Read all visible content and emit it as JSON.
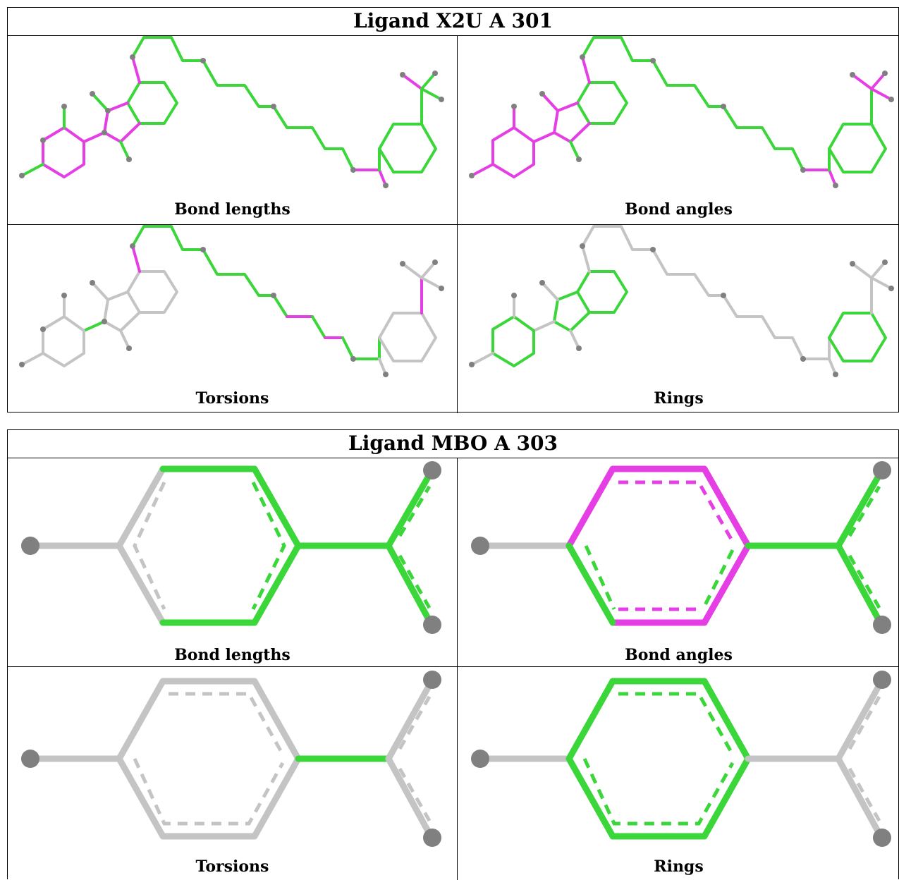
{
  "tables": [
    {
      "title": "Ligand X2U A 301",
      "panels": [
        {
          "label": "Bond lengths"
        },
        {
          "label": "Bond angles"
        },
        {
          "label": "Torsions"
        },
        {
          "label": "Rings"
        }
      ]
    },
    {
      "title": "Ligand MBO A 303",
      "panels": [
        {
          "label": "Bond lengths"
        },
        {
          "label": "Bond angles"
        },
        {
          "label": "Torsions"
        },
        {
          "label": "Rings"
        }
      ]
    }
  ],
  "colors": {
    "good": "#3ad63a",
    "outlier": "#e53ee5",
    "neutral": "#c4c4c4",
    "atom": "#808080"
  }
}
